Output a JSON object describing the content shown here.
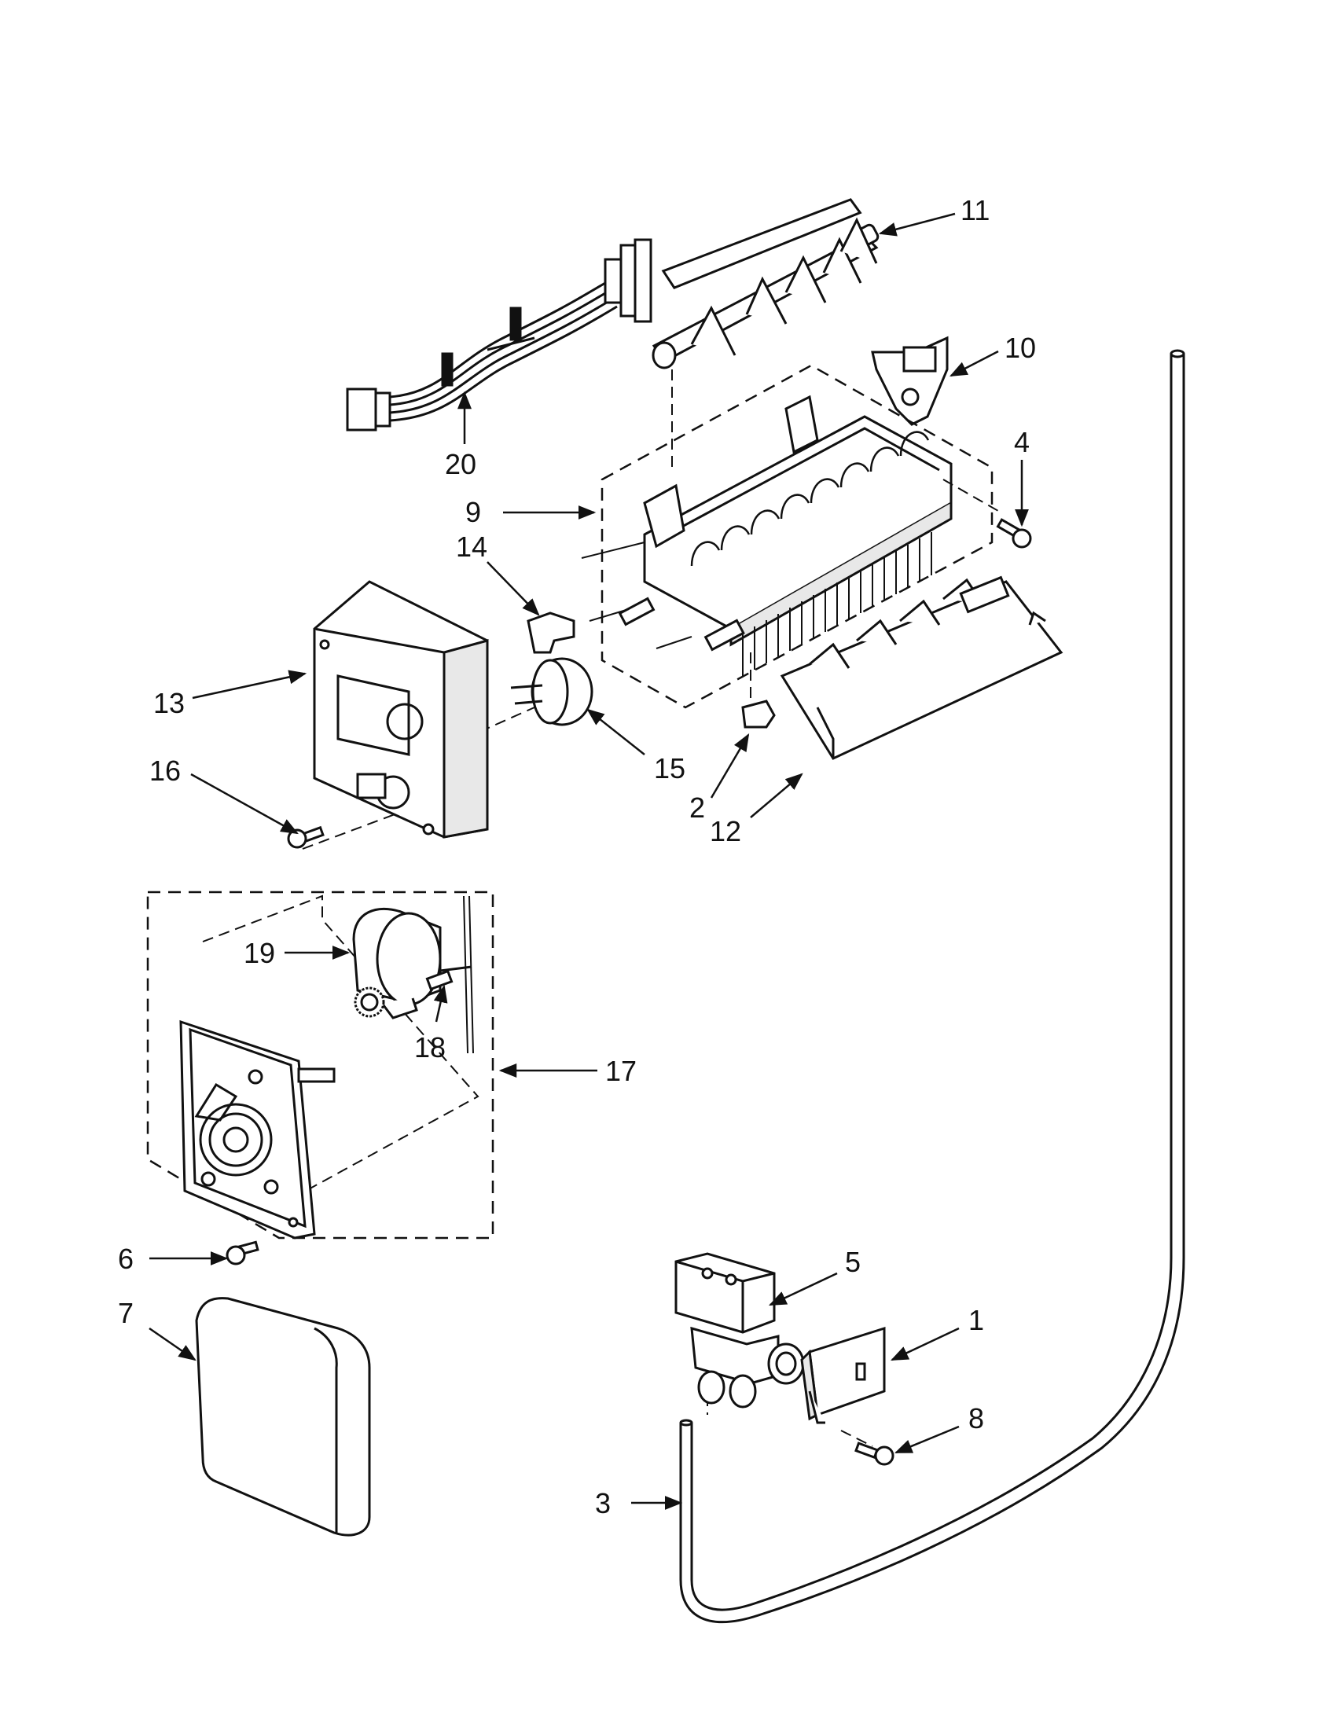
{
  "diagram": {
    "ink_color": "#111111",
    "fill_color": "#ffffff",
    "shade_color": "#e8e8e8",
    "callouts": [
      {
        "id": "c1",
        "label": "1"
      },
      {
        "id": "c2",
        "label": "2"
      },
      {
        "id": "c3",
        "label": "3"
      },
      {
        "id": "c4",
        "label": "4"
      },
      {
        "id": "c5",
        "label": "5"
      },
      {
        "id": "c6",
        "label": "6"
      },
      {
        "id": "c7",
        "label": "7"
      },
      {
        "id": "c8",
        "label": "8"
      },
      {
        "id": "c9",
        "label": "9"
      },
      {
        "id": "c10",
        "label": "10"
      },
      {
        "id": "c11",
        "label": "11"
      },
      {
        "id": "c12",
        "label": "12"
      },
      {
        "id": "c13",
        "label": "13"
      },
      {
        "id": "c14",
        "label": "14"
      },
      {
        "id": "c15",
        "label": "15"
      },
      {
        "id": "c16",
        "label": "16"
      },
      {
        "id": "c17",
        "label": "17"
      },
      {
        "id": "c18",
        "label": "18"
      },
      {
        "id": "c19",
        "label": "19"
      },
      {
        "id": "c20",
        "label": "20"
      }
    ]
  }
}
